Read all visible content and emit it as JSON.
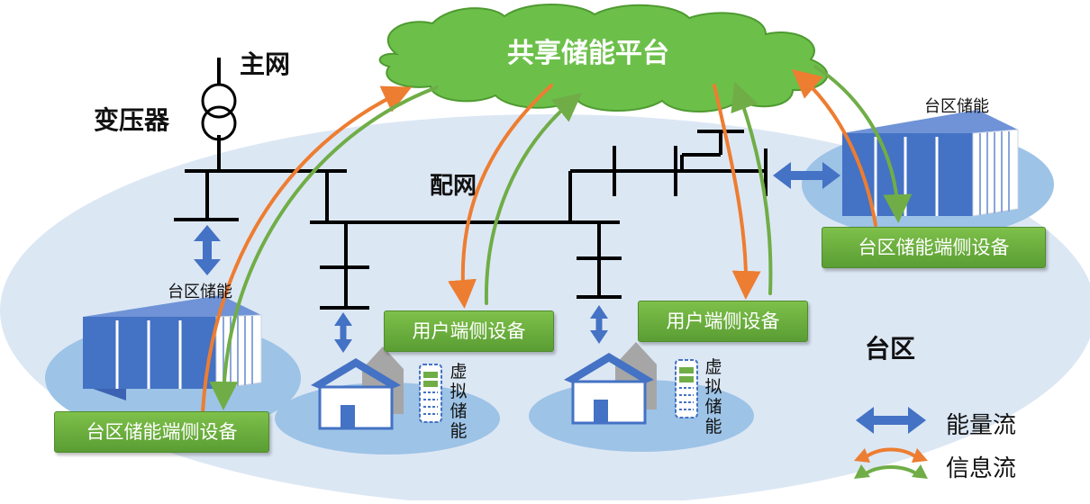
{
  "labels": {
    "main_grid": "主网",
    "transformer": "变压器",
    "platform": "共享储能平台",
    "dist_grid": "配网",
    "area": "台区",
    "storage_left": "台区储能",
    "storage_right": "台区储能"
  },
  "boxes": {
    "left_device": "台区储能端侧设备",
    "right_device": "台区储能端侧设备",
    "user_device_1": "用户端侧设备",
    "user_device_2": "用户端侧设备"
  },
  "virtual_storage": {
    "chars": [
      "虚",
      "拟",
      "储",
      "能"
    ]
  },
  "legend": {
    "energy": "能量流",
    "info": "信息流"
  },
  "colors": {
    "blue_arrow": "#4472c4",
    "orange": "#ed7d31",
    "green": "#70ad47",
    "cloud": "#6cc04a",
    "ellipse": "#dce7f4"
  }
}
